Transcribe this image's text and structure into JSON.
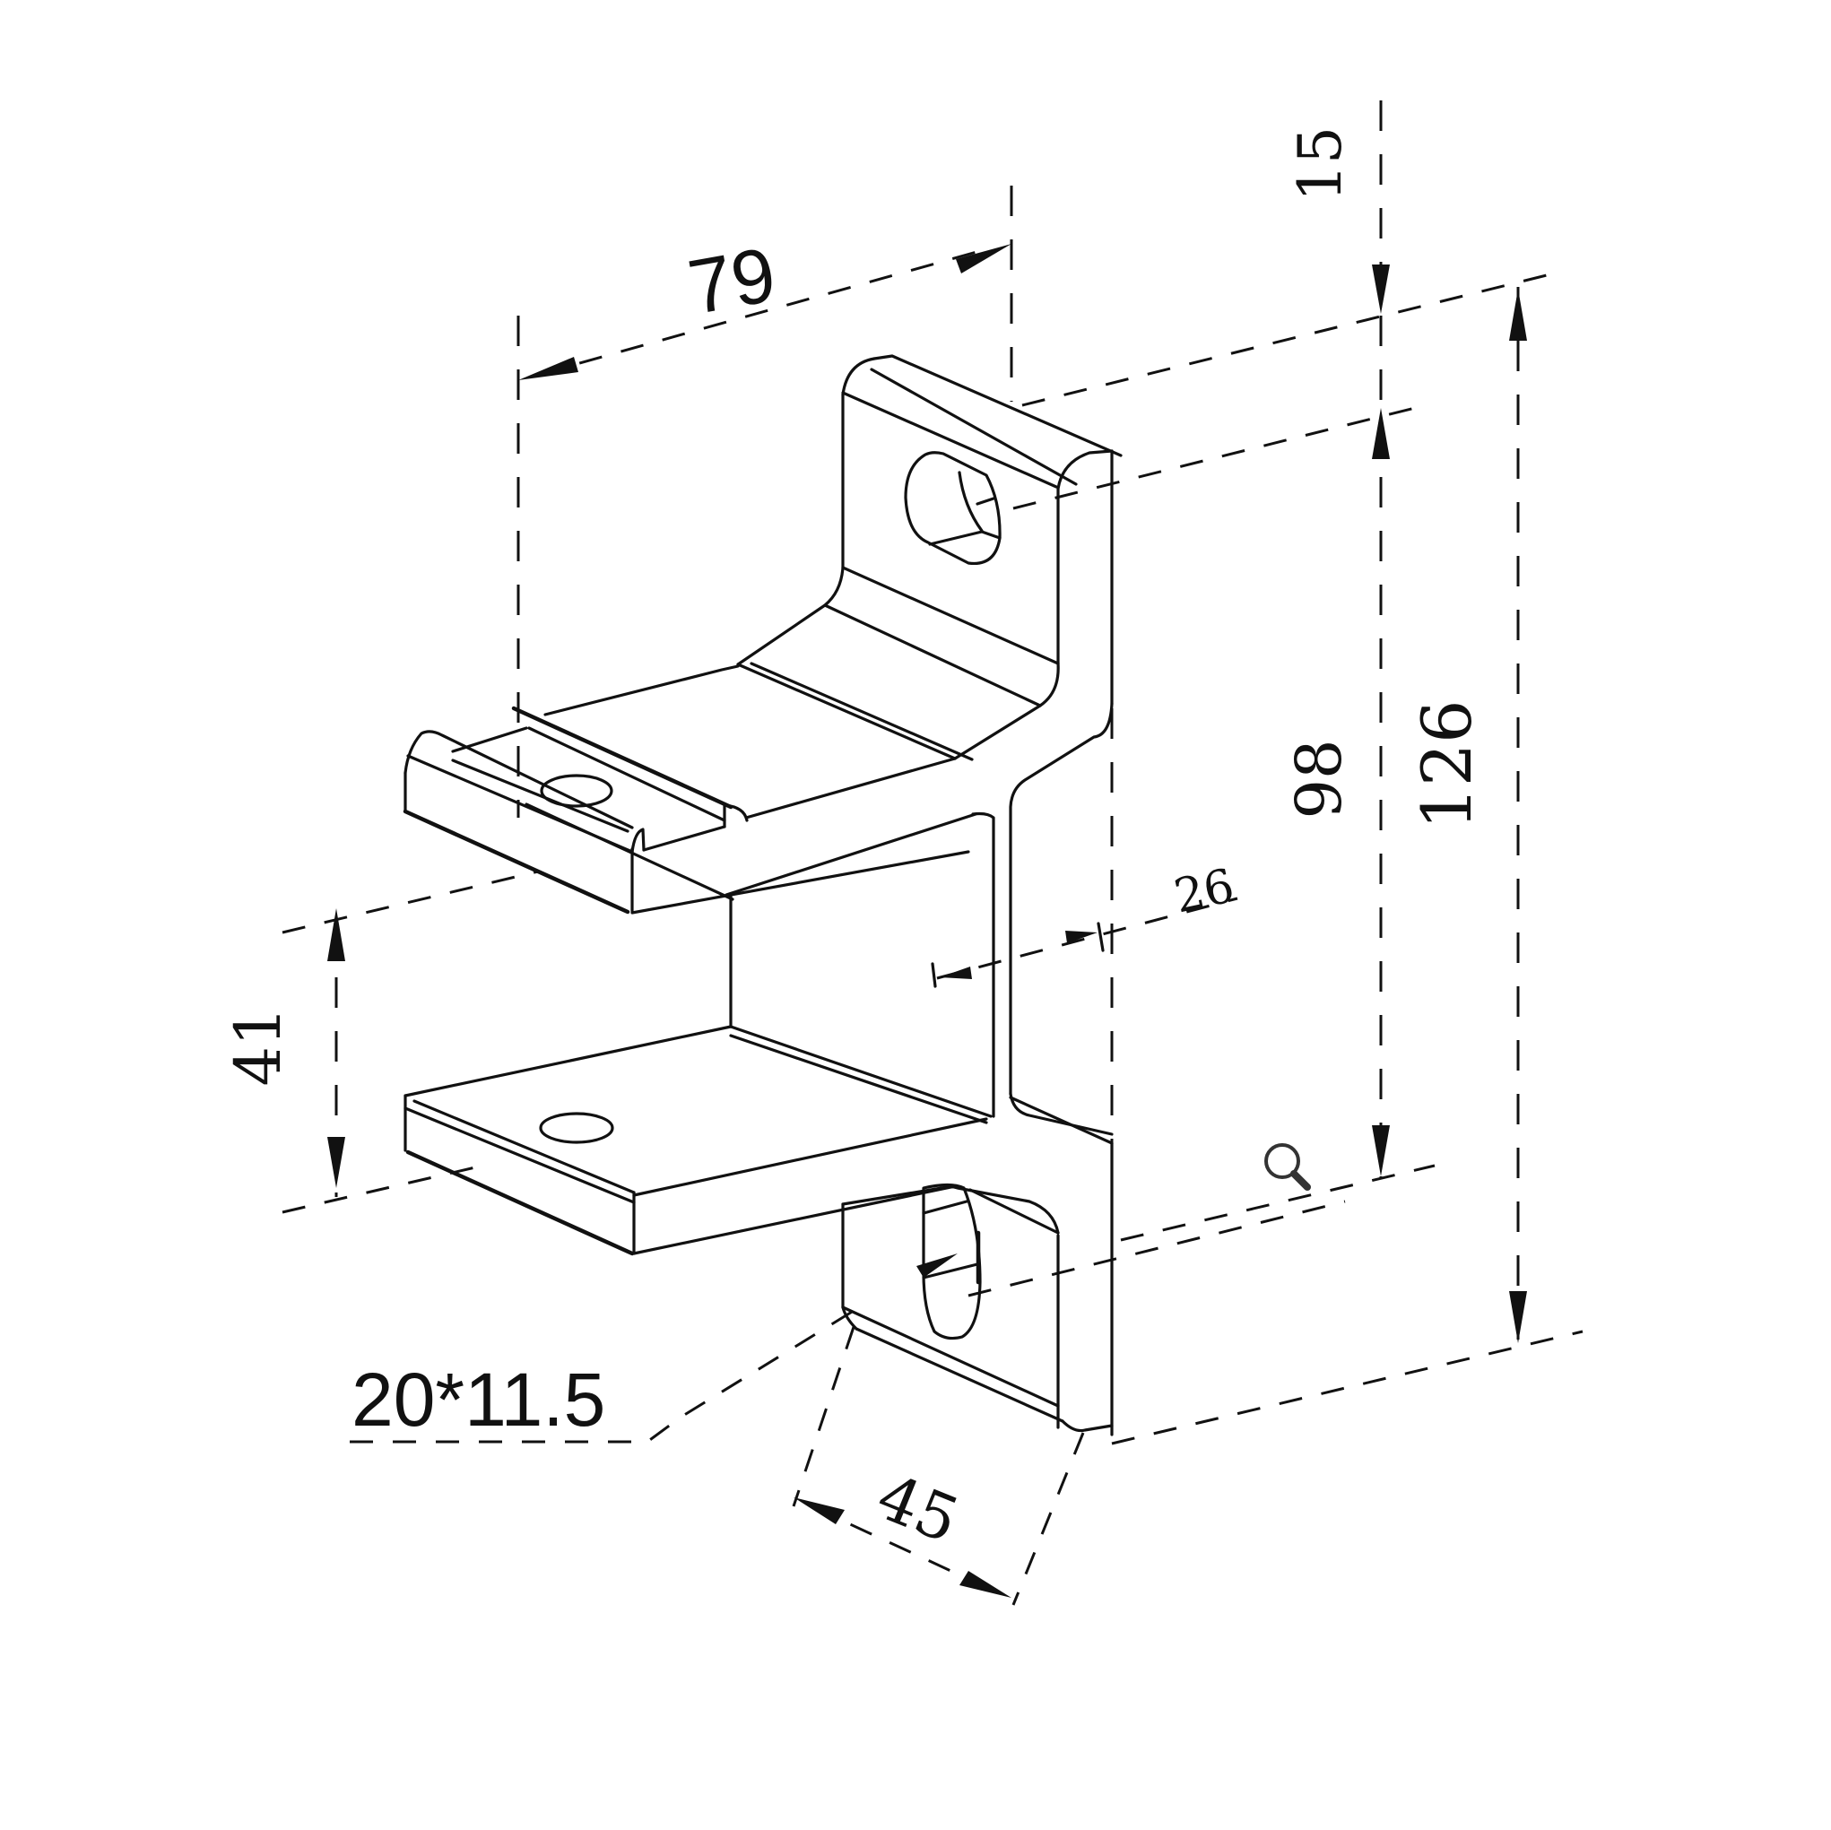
{
  "drawing": {
    "title": "Wall bracket isometric dimension drawing",
    "line_color": "#111111",
    "background": "#ffffff"
  },
  "dimensions": {
    "width_79": "79",
    "height_15": "15",
    "height_98": "98",
    "height_126": "126",
    "web_26": "26",
    "gap_41": "41",
    "slot_20x11_5": "20*11.5",
    "depth_45": "45"
  },
  "icons": {
    "magnifier": "search-icon"
  }
}
